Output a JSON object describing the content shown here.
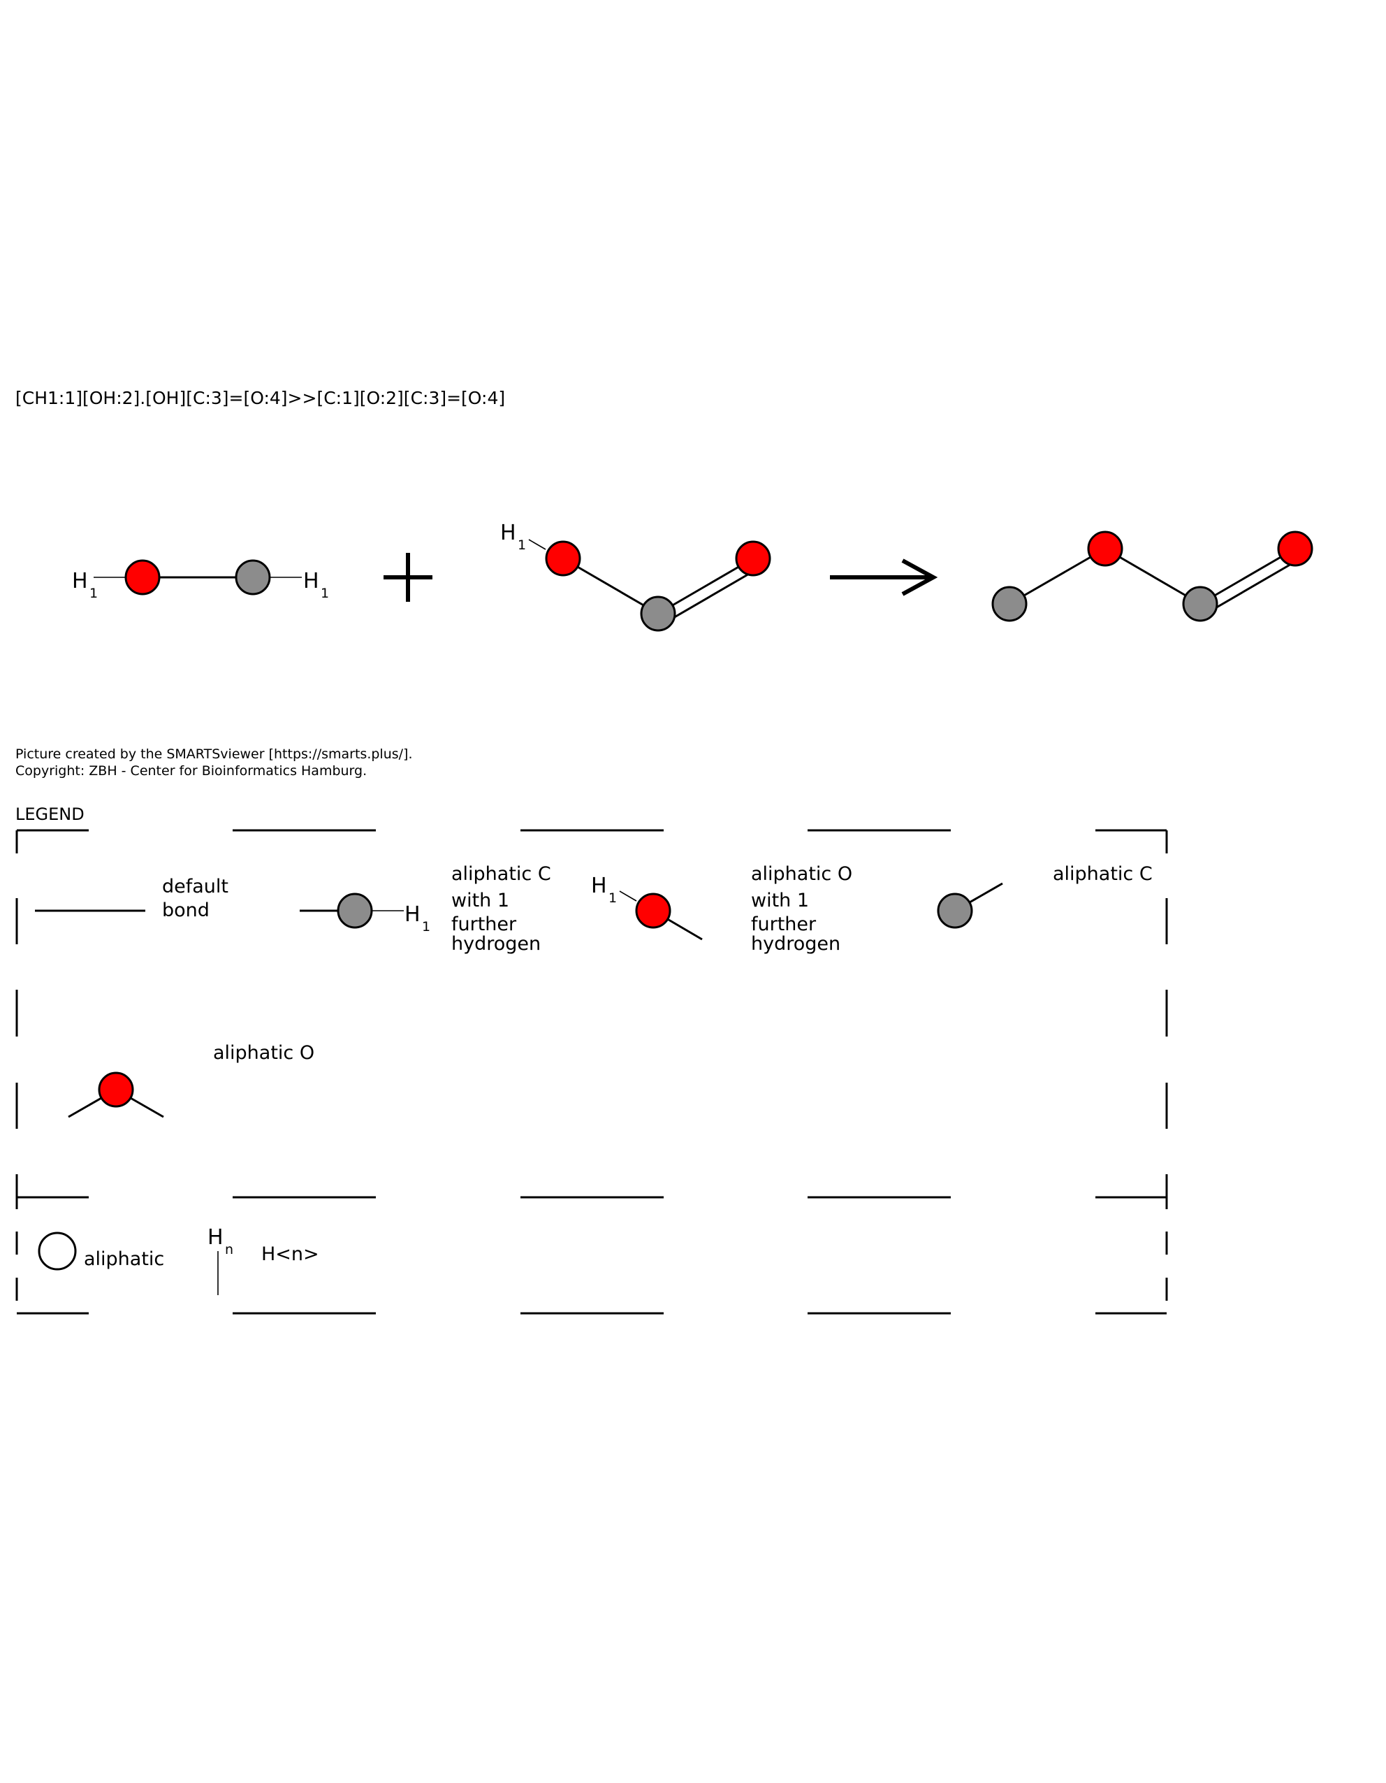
{
  "smarts": "[CH1:1][OH:2].[OH][C:3]=[O:4]>>[C:1][O:2][C:3]=[O:4]",
  "credit": {
    "line1": "Picture created by the SMARTSviewer [https://smarts.plus/].",
    "line2": "Copyright: ZBH - Center for Bioinformatics Hamburg."
  },
  "colors": {
    "oxygen": "#ff0000",
    "carbon": "#8c8c8c",
    "line": "#000000"
  },
  "reaction": {
    "hydrogen_symbol": "H",
    "hydrogen_count": "1",
    "reactant1": [
      "aliphatic O with 1 hydrogen",
      "aliphatic C with 1 hydrogen"
    ],
    "reactant2": [
      "aliphatic O with 1 hydrogen",
      "aliphatic C",
      "aliphatic O"
    ],
    "product": [
      "aliphatic C",
      "aliphatic O",
      "aliphatic C",
      "aliphatic O"
    ],
    "plus_icon": "plus",
    "arrow_icon": "reaction-arrow"
  },
  "legend": {
    "title": "LEGEND",
    "default_bond": [
      "default",
      "bond"
    ],
    "c_h1": [
      "aliphatic C",
      "with 1",
      "further",
      "hydrogen"
    ],
    "o_h1": [
      "aliphatic O",
      "with 1",
      "further",
      "hydrogen"
    ],
    "c": "aliphatic C",
    "o": "aliphatic O",
    "aliphatic": "aliphatic",
    "hn_symbol": "H",
    "hn_sub": "n",
    "hn_label": "H<n>"
  }
}
